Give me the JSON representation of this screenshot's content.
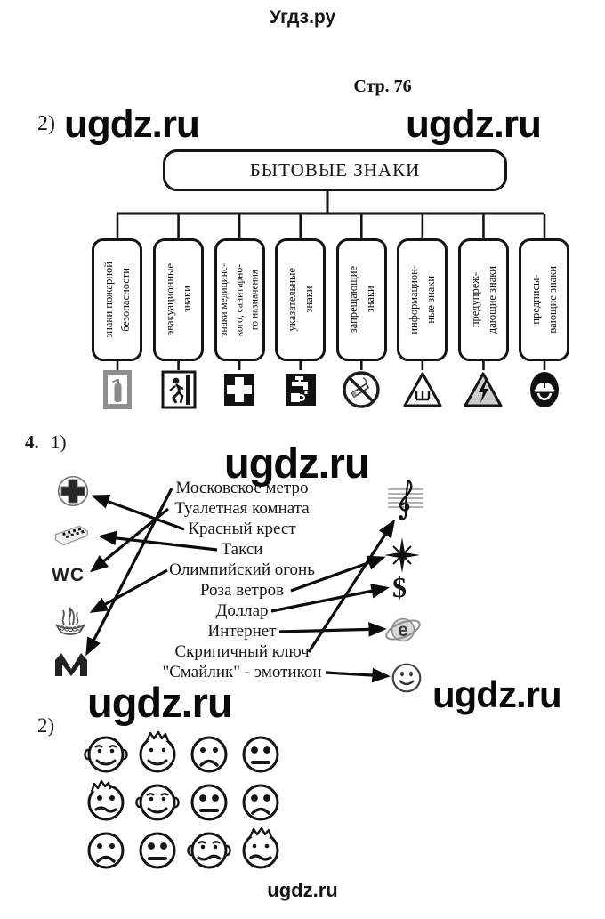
{
  "page": {
    "site_title": "Угдз.ру",
    "page_ref": "Стр. 76",
    "watermark": "ugdz.ru",
    "footer": "ugdz.ru"
  },
  "task2": {
    "label": "2)",
    "diagram": {
      "root": "БЫТОВЫЕ ЗНАКИ",
      "branches": [
        {
          "label": "знаки пожарной\nбезопасности",
          "icon": "fire-extinguisher-sign"
        },
        {
          "label": "эвакуационные\nзнаки",
          "icon": "emergency-exit-sign"
        },
        {
          "label": "знаки медицинс-\nкого, санитарно-\nго назначения",
          "icon": "medical-cross-sign"
        },
        {
          "label": "указательные\nзнаки",
          "icon": "drinking-water-sign"
        },
        {
          "label": "запрещающие\nзнаки",
          "icon": "no-smoking-sign"
        },
        {
          "label": "информацион-\nные знаки",
          "icon": "sh-triangle-sign"
        },
        {
          "label": "предупреж-\nдающие знаки",
          "icon": "high-voltage-sign"
        },
        {
          "label": "предписы-\nвающие  знаки",
          "icon": "hard-hat-sign"
        }
      ]
    }
  },
  "task4": {
    "number": "4.",
    "part1_label": "1)",
    "part2_label": "2)",
    "matching": {
      "left_icons": [
        "red-cross",
        "taxi-checker",
        "wc",
        "olympic-flame",
        "metro-m"
      ],
      "right_icons": [
        "treble-clef",
        "compass-star",
        "dollar",
        "internet-e",
        "smiley"
      ],
      "wc_text": "WC",
      "dollar_text": "$",
      "internet_e_text": "e",
      "items": [
        "Московское метро",
        "Туалетная комната",
        "Красный крест",
        "Такси",
        "Олимпийский огонь",
        "Роза ветров",
        "Доллар",
        "Интернет",
        "Скрипичный ключ",
        "\"Смайлик\" - эмотикон"
      ],
      "connections": [
        {
          "item": "Московское метро",
          "icon": "metro-m",
          "line": [
            193,
            19,
            98,
            204
          ]
        },
        {
          "item": "Туалетная комната",
          "icon": "wc",
          "line": [
            189,
            42,
            104,
            111
          ]
        },
        {
          "item": "Красный крест",
          "icon": "red-cross",
          "line": [
            207,
            65,
            106,
            28
          ]
        },
        {
          "item": "Такси",
          "icon": "taxi-checker",
          "line": [
            244,
            88,
            114,
            73
          ]
        },
        {
          "item": "Олимпийский огонь",
          "icon": "olympic-flame",
          "line": [
            188,
            111,
            104,
            157
          ]
        },
        {
          "item": "Роза ветров",
          "icon": "compass-star",
          "line": [
            327,
            134,
            430,
            97
          ]
        },
        {
          "item": "Доллар",
          "icon": "dollar",
          "line": [
            305,
            157,
            434,
            131
          ]
        },
        {
          "item": "Интернет",
          "icon": "internet-e",
          "line": [
            314,
            180,
            431,
            177
          ]
        },
        {
          "item": "Скрипичный ключ",
          "icon": "treble-clef",
          "line": [
            347,
            203,
            442,
            57
          ]
        },
        {
          "item": "\"Смайлик\" - эмотикон",
          "icon": "smiley",
          "line": [
            366,
            226,
            435,
            230
          ]
        }
      ]
    },
    "faces": [
      {
        "ears": true,
        "hair": null,
        "brows": true,
        "eyes": "small",
        "mouth": "smile"
      },
      {
        "ears": false,
        "hair": "top",
        "brows": false,
        "eyes": "small",
        "mouth": "smile"
      },
      {
        "ears": false,
        "hair": null,
        "brows": false,
        "eyes": "mid",
        "mouth": "frown"
      },
      {
        "ears": false,
        "hair": null,
        "brows": false,
        "eyes": "big",
        "mouth": "line"
      },
      {
        "ears": false,
        "hair": "left",
        "brows": false,
        "eyes": "mid",
        "mouth": "smile2"
      },
      {
        "ears": true,
        "hair": null,
        "brows": true,
        "eyes": "small",
        "mouth": "smile"
      },
      {
        "ears": false,
        "hair": null,
        "brows": false,
        "eyes": "big",
        "mouth": "line"
      },
      {
        "ears": false,
        "hair": null,
        "brows": false,
        "eyes": "big",
        "mouth": "frown"
      },
      {
        "ears": false,
        "hair": null,
        "brows": false,
        "eyes": "mid",
        "mouth": "frown"
      },
      {
        "ears": false,
        "hair": null,
        "brows": false,
        "eyes": "big",
        "mouth": "line"
      },
      {
        "ears": true,
        "hair": null,
        "brows": true,
        "eyes": "small",
        "mouth": "wavy"
      },
      {
        "ears": false,
        "hair": "top",
        "brows": false,
        "eyes": "small",
        "mouth": "smile2"
      }
    ]
  }
}
